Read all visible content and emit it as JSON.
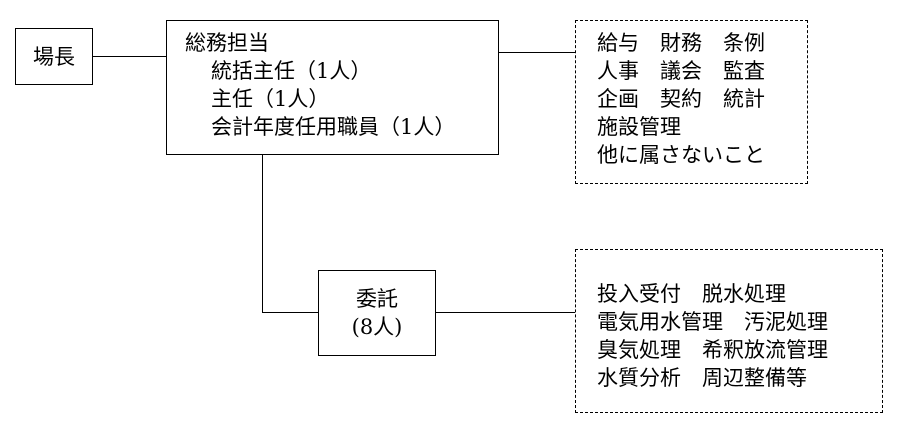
{
  "chief": {
    "label": "場長"
  },
  "general_affairs": {
    "title": "総務担当",
    "members": [
      "統括主任（1人）",
      "主任（1人）",
      "会計年度任用職員（1人）"
    ]
  },
  "general_duties": {
    "rows": [
      "給与　財務　条例",
      "人事　議会　監査",
      "企画　契約　統計",
      "施設管理",
      "他に属さないこと"
    ]
  },
  "contract": {
    "title": "委託",
    "count": "(8人)"
  },
  "contract_duties": {
    "rows": [
      "投入受付　脱水処理",
      "電気用水管理　汚泥処理",
      "臭気処理　希釈放流管理",
      "水質分析　周辺整備等"
    ]
  }
}
